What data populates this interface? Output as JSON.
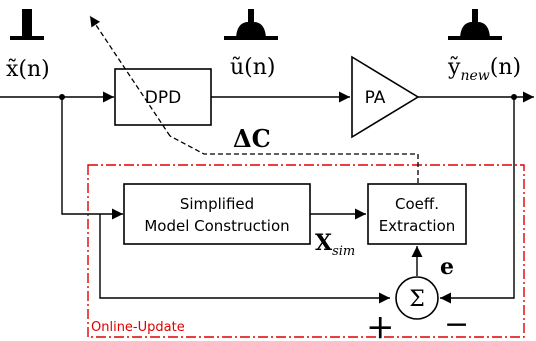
{
  "blocks": {
    "dpd": "DPD",
    "pa": "PA",
    "model_line1": "Simplified",
    "model_line2": "Model Construction",
    "coeff_line1": "Coeff.",
    "coeff_line2": "Extraction",
    "sum_symbol": "Σ"
  },
  "signals": {
    "input_var": "x̃",
    "input_arg": "(n)",
    "dpd_out_var": "ũ",
    "dpd_out_arg": "(n)",
    "pa_out_var": "ỹ",
    "pa_out_sub": "new",
    "pa_out_arg": "(n)",
    "delta_c": "ΔC",
    "x_sim_var": "X",
    "x_sim_sub": "sim",
    "error": "e",
    "plus": "+",
    "minus": "−"
  },
  "region_label": "Online-Update",
  "colors": {
    "region": "#e00000",
    "stroke": "#000000"
  },
  "icons": {
    "spectrum": "spectrum-shape-icon"
  }
}
